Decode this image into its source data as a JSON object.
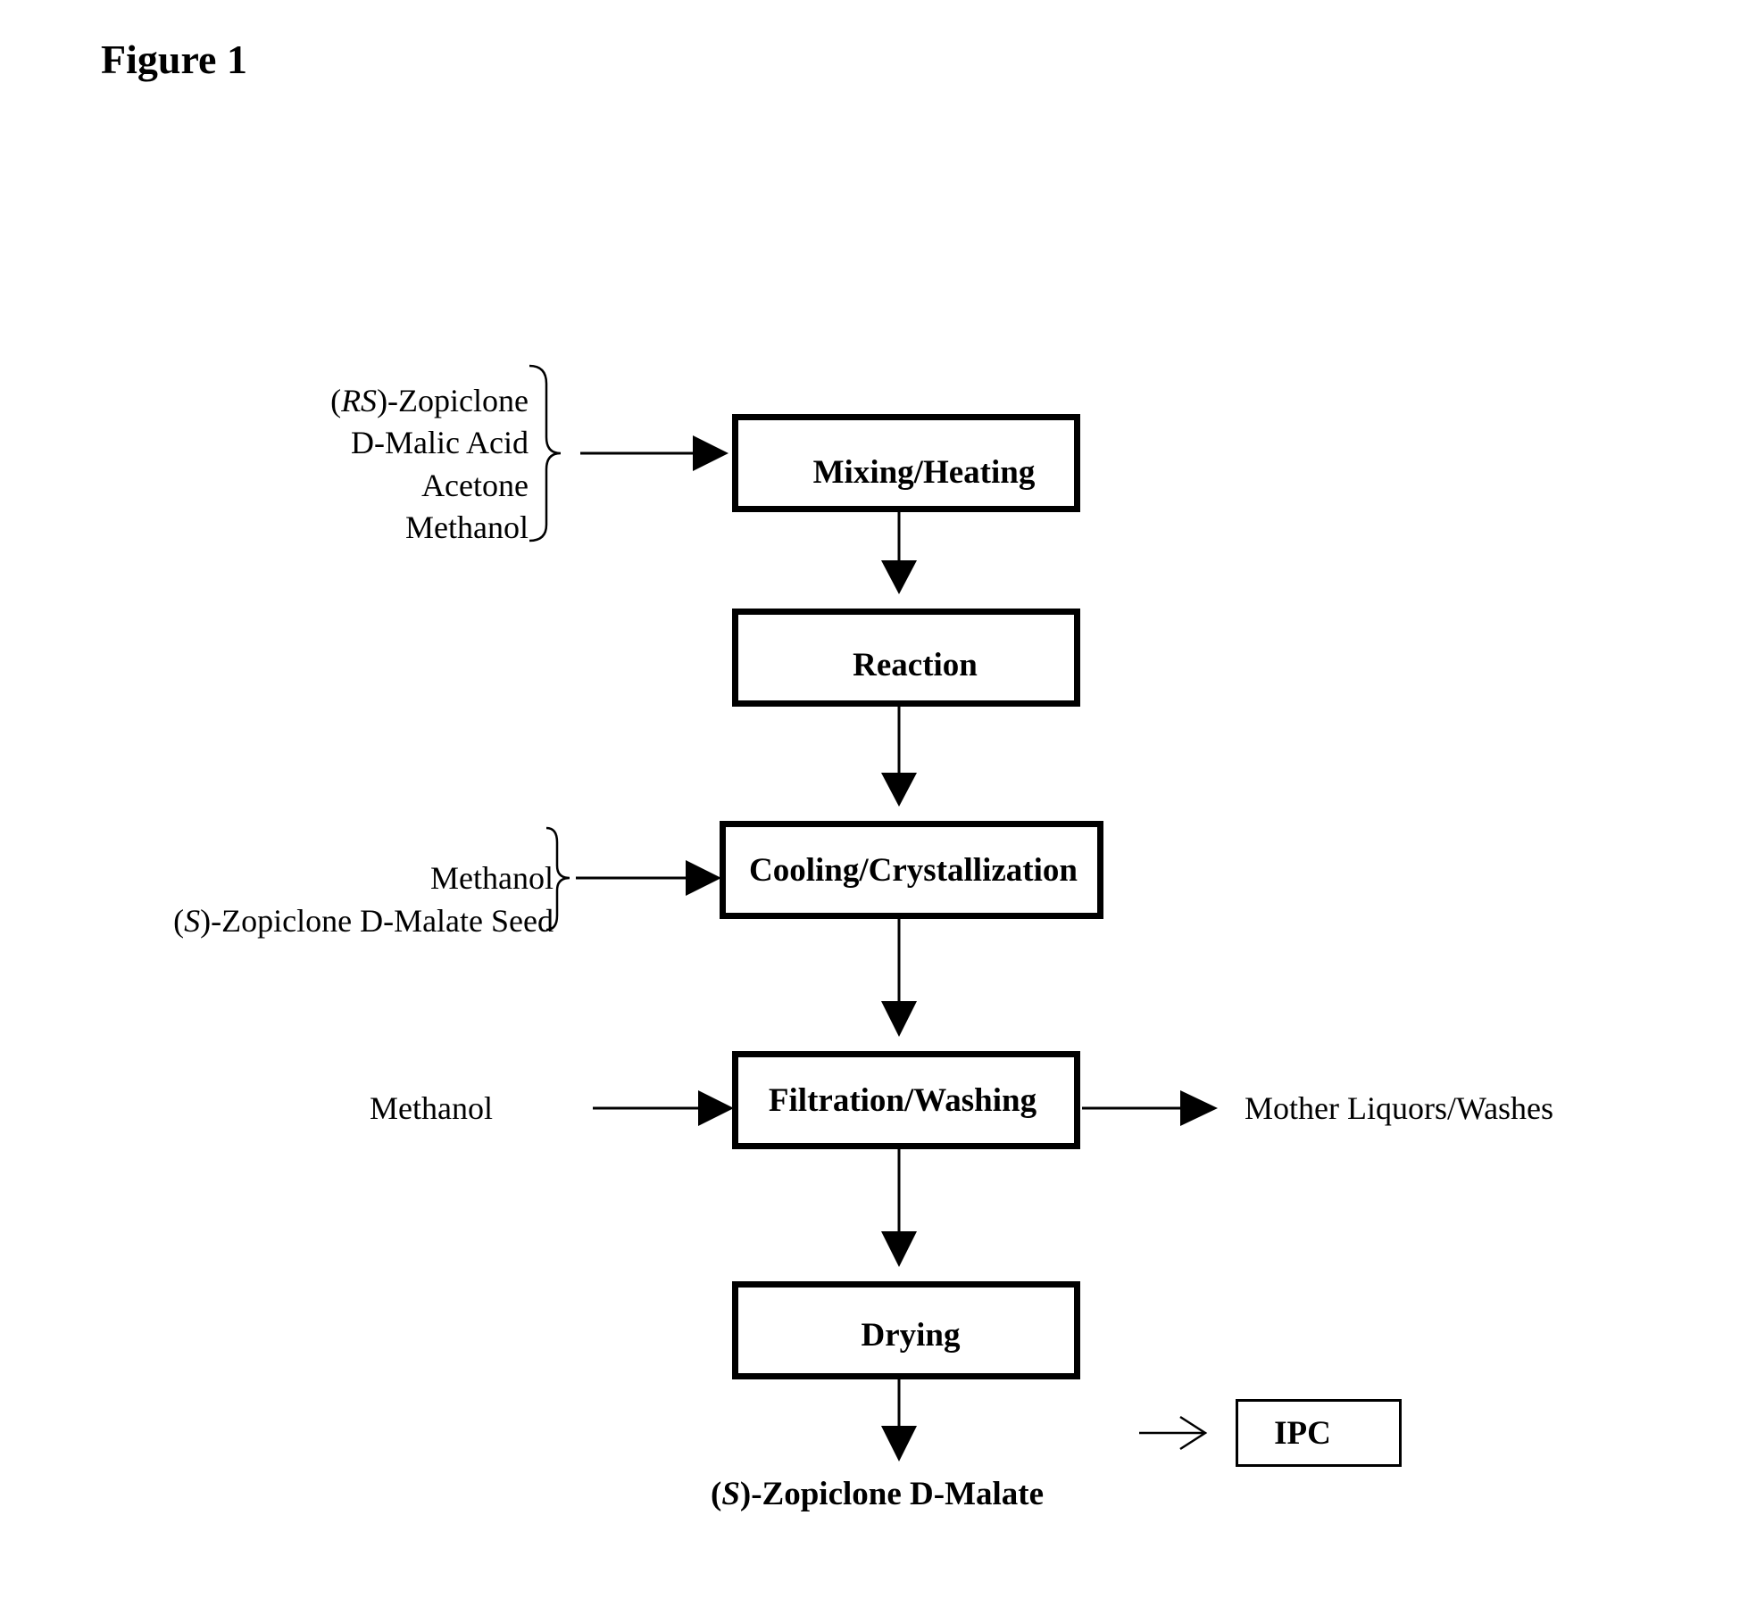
{
  "figure_title": "Figure 1",
  "steps": {
    "mixing": "Mixing/Heating",
    "reaction": "Reaction",
    "cooling": "Cooling/Crystallization",
    "filtration": "Filtration/Washing",
    "drying": "Drying"
  },
  "inputs_mixing": {
    "line1_prefix": "(",
    "line1_italic": "RS",
    "line1_suffix": ")-Zopiclone",
    "line2": "D-Malic Acid",
    "line3": "Acetone",
    "line4": "Methanol"
  },
  "inputs_cooling": {
    "line1": "Methanol",
    "line2_prefix": "(",
    "line2_italic": "S",
    "line2_suffix": ")-Zopiclone D-Malate Seed"
  },
  "input_filtration": "Methanol",
  "output_filtration": "Mother Liquors/Washes",
  "product": {
    "prefix": "(",
    "italic": "S",
    "suffix": ")-Zopiclone D-Malate"
  },
  "ipc_label": "IPC"
}
